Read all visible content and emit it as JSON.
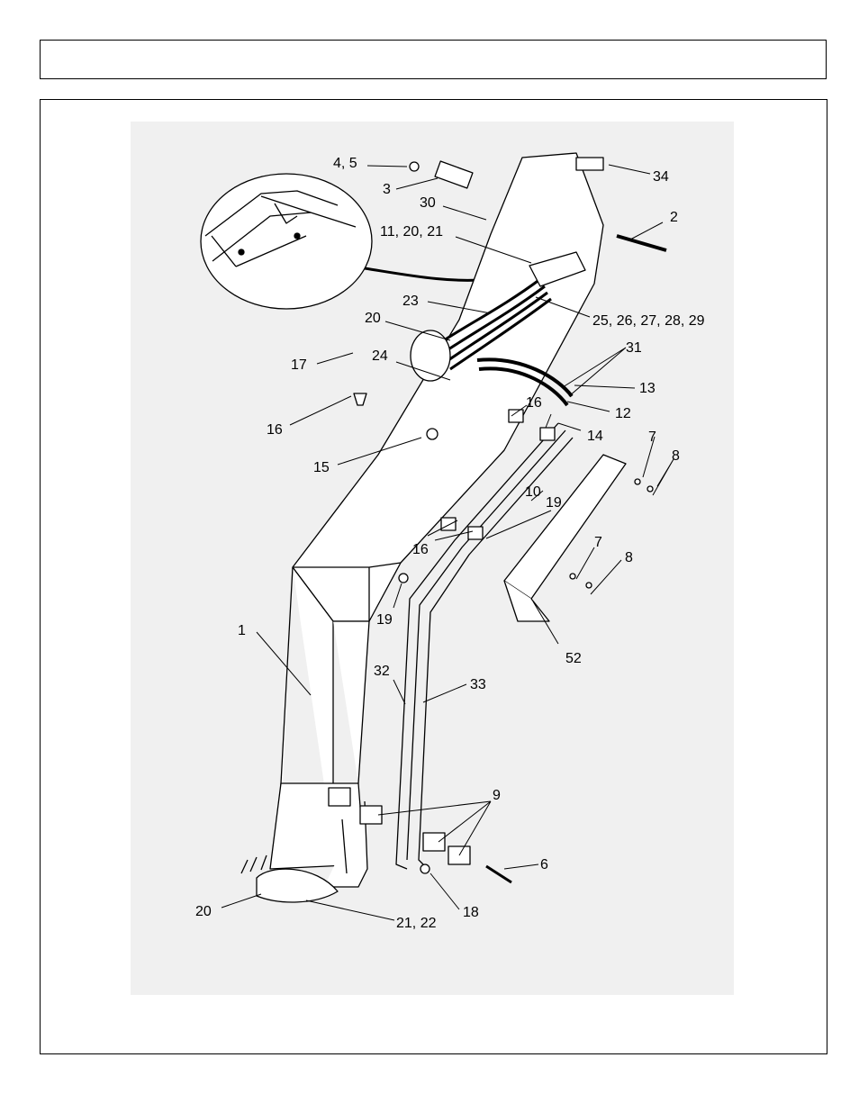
{
  "labels": {
    "l34": "34",
    "l45": "4, 5",
    "l3": "3",
    "l30": "30",
    "l2": "2",
    "l112021": "11, 20, 21",
    "l23": "23",
    "l2529": "25, 26, 27, 28, 29",
    "l20a": "20",
    "l31": "31",
    "l17": "17",
    "l24": "24",
    "l13": "13",
    "l16a": "16",
    "l12": "12",
    "l16b": "16",
    "l14": "14",
    "l7a": "7",
    "l8a": "8",
    "l15": "15",
    "l10": "10",
    "l19a": "19",
    "l16c": "16",
    "l7b": "7",
    "l8b": "8",
    "l19b": "19",
    "l1": "1",
    "l52": "52",
    "l32": "32",
    "l33": "33",
    "l9": "9",
    "l6": "6",
    "l20b": "20",
    "l18": "18",
    "l2122": "21, 22"
  }
}
